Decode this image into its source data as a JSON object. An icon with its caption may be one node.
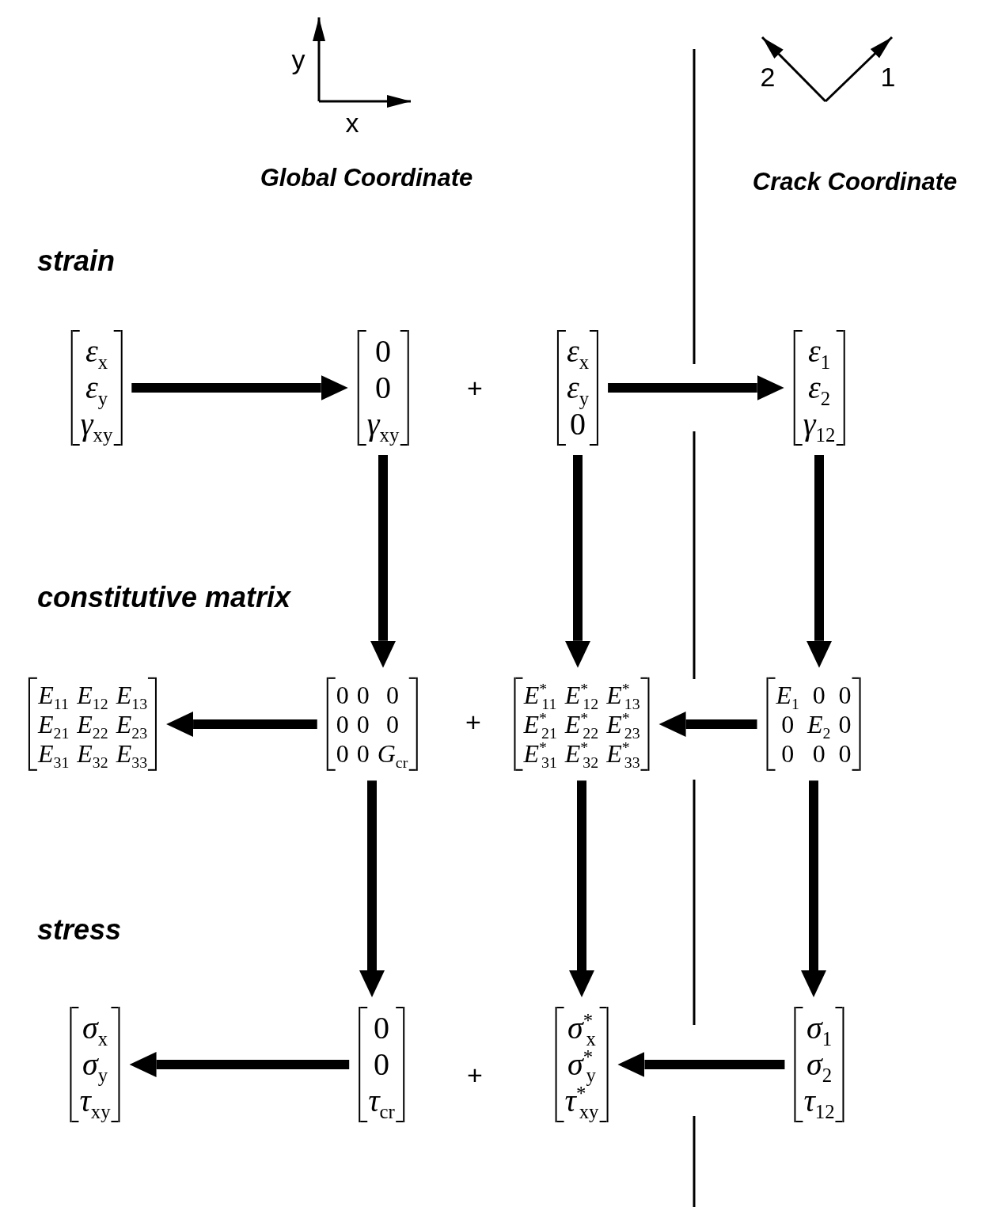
{
  "diagram": {
    "nodes": [
      {
        "text": [
          "*ε*$_{x}$",
          "*ε*$_{y}$",
          "*γ*$_{xy}$"
        ]
      },
      {
        "text": [
          "0",
          "0",
          "*γ*$_{xy}$"
        ]
      },
      {
        "text": [
          "*ε*$_{x}$",
          "*ε*$_{y}$",
          "0"
        ]
      },
      {
        "text": [
          "*ε*$_{1}$",
          "*ε*$_{2}$",
          "*γ*$_{12}$"
        ]
      },
      {
        "text": [
          "*E*$_{11}$",
          "*E*$_{12}$",
          "*E*$_{13}$",
          "*E*$_{21}$",
          "*E*$_{22}$",
          "*E*$_{23}$",
          "*E*$_{31}$",
          "*E*$_{32}$",
          "*E*$_{33}$"
        ]
      },
      {
        "text": [
          "0",
          "0",
          "0",
          "0",
          "0",
          "0",
          "0",
          "0",
          "*G*$_{cr}$"
        ]
      },
      {
        "text": [
          "*E*$^{*}$$_{11}$",
          "*E*$^{*}$$_{12}$",
          "*E*$^{*}$$_{13}$",
          "*E*$^{*}$$_{21}$",
          "*E*$^{*}$$_{22}$",
          "*E*$^{*}$$_{23}$",
          "*E*$^{*}$$_{31}$",
          "*E*$^{*}$$_{32}$",
          "*E*$^{*}$$_{33}$"
        ]
      },
      {
        "text": [
          "*E*$_{1}$",
          "0",
          "0",
          "0",
          "*E*$_{2}$",
          "0",
          "0",
          "0",
          "0"
        ]
      },
      {
        "text": [
          "*σ*$_{x}$",
          "*σ*$_{y}$",
          "*τ*$_{xy}$"
        ]
      },
      {
        "text": [
          "0",
          "0",
          "*τ*$_{cr}$"
        ]
      },
      {
        "text": [
          "*σ*$^{*}$$_{x}$",
          "*σ*$^{*}$$_{y}$",
          "*τ*$^{*}$$_{xy}$"
        ]
      },
      {
        "text": [
          "*σ*$_{1}$",
          "*σ*$_{2}$",
          "*τ*$_{12}$"
        ]
      }
    ],
    "edges": [
      {
        "from": 0,
        "to": 1,
        "arrow": "to"
      },
      {
        "from": 2,
        "to": 3,
        "arrow": "to"
      },
      {
        "from": 1,
        "to": 5,
        "arrow": "to"
      },
      {
        "from": 2,
        "to": 6,
        "arrow": "to"
      },
      {
        "from": 3,
        "to": 7,
        "arrow": "to"
      },
      {
        "from": 5,
        "to": 4,
        "arrow": "to"
      },
      {
        "from": 7,
        "to": 6,
        "arrow": "to"
      },
      {
        "from": 5,
        "to": 9,
        "arrow": "to"
      },
      {
        "from": 6,
        "to": 10,
        "arrow": "to"
      },
      {
        "from": 7,
        "to": 11,
        "arrow": "to"
      },
      {
        "from": 9,
        "to": 8,
        "arrow": "to"
      },
      {
        "from": 11,
        "to": 10,
        "arrow": "to"
      }
    ],
    "labels": [
      "y",
      "2",
      "1",
      "x",
      "Global Coordinate",
      "Crack Coordinate",
      "strain",
      "+",
      "constitutive matrix",
      "+",
      "stress",
      "+"
    ]
  }
}
